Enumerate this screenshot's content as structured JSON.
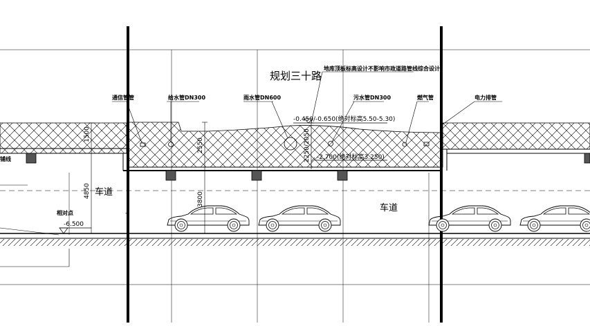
{
  "drawing": {
    "road_name": "规划三十路",
    "design_note": "地库顶板标高设计不影响市政道路管线综合设计",
    "pipes": {
      "telecom": "通信管管",
      "water_supply": "给水管DN300",
      "rain": "雨水管DN600",
      "sewage": "污水管DN300",
      "gas": "燃气管",
      "power": "电力排管"
    },
    "elevations": {
      "top": "-0.450/-0.650(绝对标高5.50-5.30)",
      "slab": "-2.700(绝对标高3.250)",
      "base_label": "相对点",
      "base_value": "-6.500"
    },
    "dimensions": {
      "cover_left": "1500",
      "cover_center": "2550",
      "cover_center_lower": "2250/2050",
      "clear_height_left": "4850",
      "clear_height_center": "3800"
    },
    "lane_left": "车道",
    "lane_right": "车道",
    "left_edge_label": "铺线",
    "dash": "-"
  },
  "colors": {
    "line": "#000000",
    "background": "#ffffff"
  }
}
